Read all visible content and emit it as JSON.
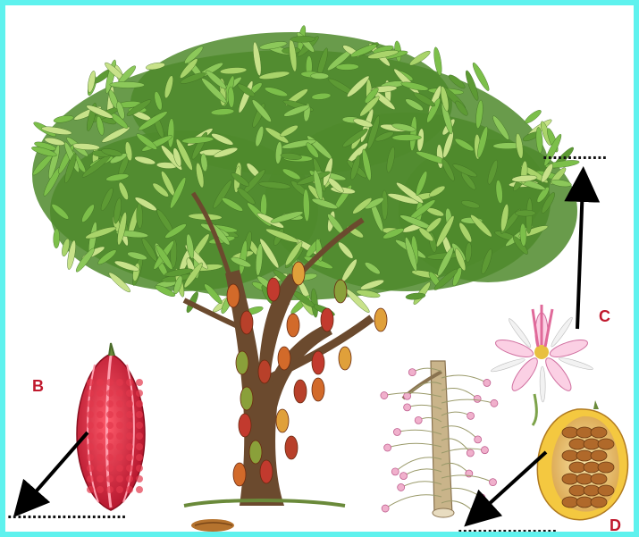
{
  "labels": {
    "b": "B",
    "c": "C",
    "d": "D"
  },
  "blanks": {
    "top_right": ".............",
    "bottom_left": "........................",
    "bottom_right": "...................."
  },
  "colors": {
    "border": "#5ff2ee",
    "label": "#c0192d",
    "arrow": "#000000",
    "foliage": "#6ca83a",
    "trunk": "#6b4a2e",
    "pod_red": "#d9263a",
    "pod_brown": "#a8522a",
    "flower_pink": "#f2b8d2"
  },
  "icons": {
    "tree": "cacao-tree-illustration",
    "pod": "cacao-pod-illustration",
    "flower": "cacao-flower-illustration",
    "stem": "flowering-stem-illustration",
    "section": "pod-cross-section-illustration",
    "bean": "cacao-bean-illustration"
  }
}
